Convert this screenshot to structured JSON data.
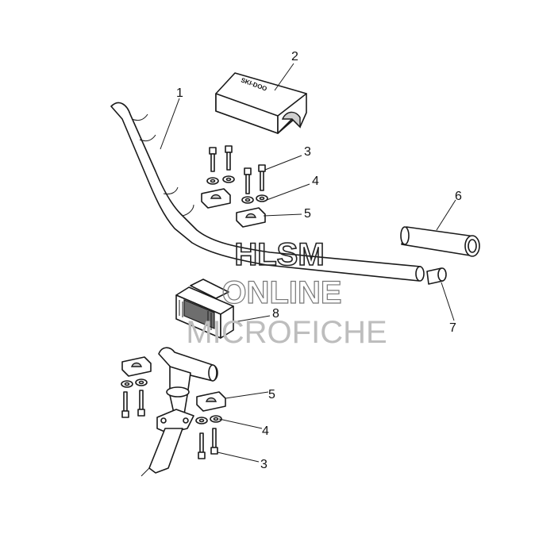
{
  "callouts": {
    "c1": "1",
    "c2": "2",
    "c3a": "3",
    "c4a": "4",
    "c5a": "5",
    "c6": "6",
    "c7": "7",
    "c8": "8",
    "c5b": "5",
    "c4b": "4",
    "c3b": "3"
  },
  "pad_text": "SKI-DOO",
  "watermark": {
    "line1": "HLSM",
    "line2": "ONLINE",
    "line3": "MICROFICHE"
  }
}
